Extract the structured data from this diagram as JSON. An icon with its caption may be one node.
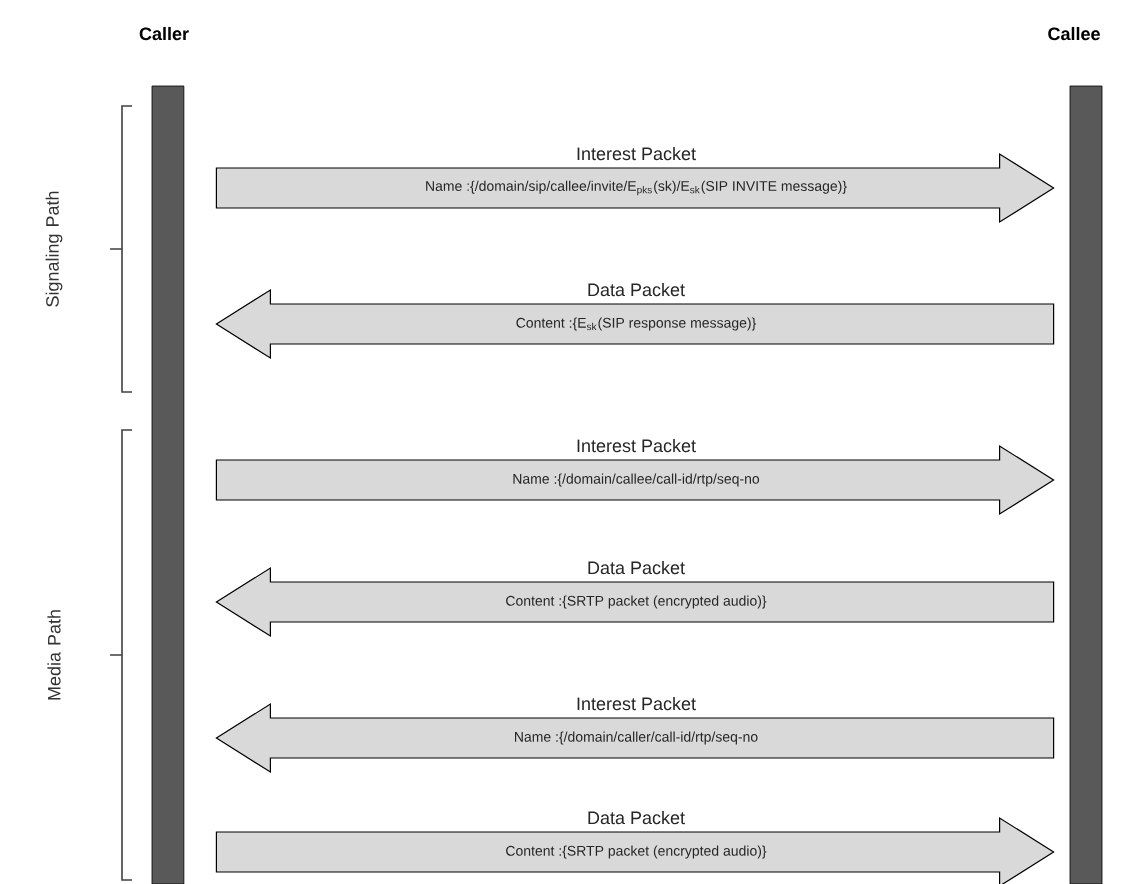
{
  "diagram": {
    "nodes": [
      {
        "text": [
          "Caller"
        ]
      },
      {
        "text": [
          "Callee"
        ]
      }
    ],
    "edges": [
      {
        "from": 0,
        "to": 1,
        "arrow": "to",
        "label": "Interest Packet"
      },
      {
        "from": 1,
        "to": 0,
        "arrow": "to",
        "label": "Data Packet"
      },
      {
        "from": 0,
        "to": 1,
        "arrow": "to",
        "label": "Interest Packet"
      },
      {
        "from": 1,
        "to": 0,
        "arrow": "to",
        "label": "Data Packet"
      },
      {
        "from": 1,
        "to": 0,
        "arrow": "to",
        "label": "Interest Packet"
      },
      {
        "from": 0,
        "to": 1,
        "arrow": "to",
        "label": "Data Packet"
      }
    ],
    "labels": [
      "Signaling Path",
      "Name :{/domain/sip/callee/invite/E$_{pks}$(sk)/E$_{sk}$(SIP INVITE message)}",
      "Content :{E$_{sk}$(SIP response message)}",
      "Media Path",
      "Name :{/domain/callee/call-id/rtp/seq-no",
      "Content :{SRTP packet (encrypted audio)}",
      "Name :{/domain/caller/call-id/rtp/seq-no",
      "Content :{SRTP packet (encrypted audio)}"
    ]
  }
}
